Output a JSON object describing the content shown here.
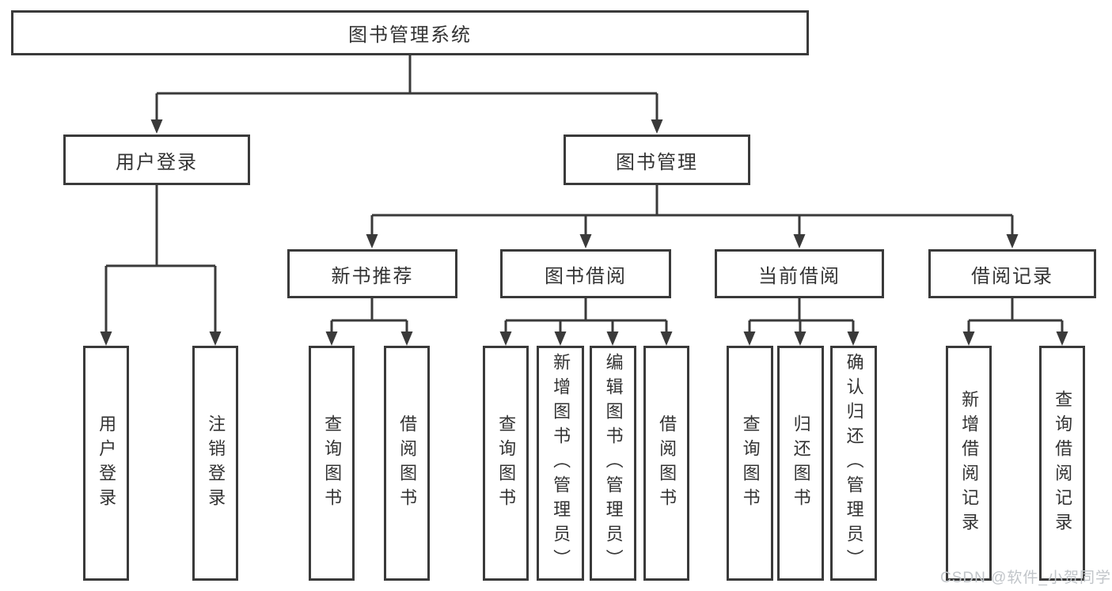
{
  "colors": {
    "line": "#3a3a3a",
    "text": "#333333",
    "background": "#ffffff",
    "watermark": "#c1c5c9"
  },
  "watermark": {
    "text": "CSDN @软件_小贺同学"
  },
  "tree": {
    "root": {
      "label": "图书管理系统",
      "children": [
        {
          "label": "用户登录",
          "children": [
            {
              "label": "用户登录"
            },
            {
              "label": "注销登录"
            }
          ]
        },
        {
          "label": "图书管理",
          "children": [
            {
              "label": "新书推荐",
              "children": [
                {
                  "label": "查询图书"
                },
                {
                  "label": "借阅图书"
                }
              ]
            },
            {
              "label": "图书借阅",
              "children": [
                {
                  "label": "查询图书"
                },
                {
                  "label": "新增图书（管理员）"
                },
                {
                  "label": "编辑图书（管理员）"
                },
                {
                  "label": "借阅图书"
                }
              ]
            },
            {
              "label": "当前借阅",
              "children": [
                {
                  "label": "查询图书"
                },
                {
                  "label": "归还图书"
                },
                {
                  "label": "确认归还（管理员）"
                }
              ]
            },
            {
              "label": "借阅记录",
              "children": [
                {
                  "label": "新增借阅记录"
                },
                {
                  "label": "查询借阅记录"
                }
              ]
            }
          ]
        }
      ]
    }
  }
}
